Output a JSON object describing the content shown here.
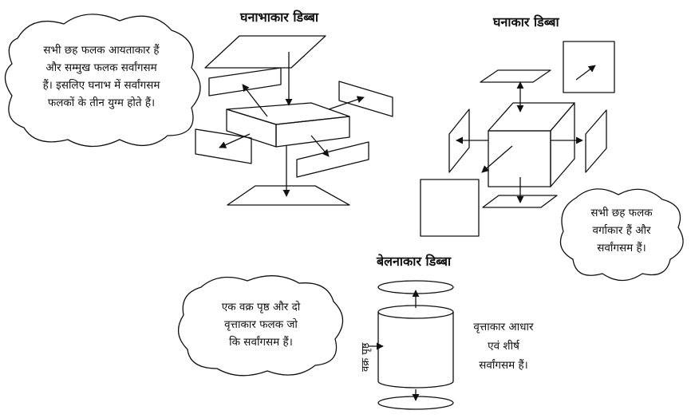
{
  "titles": {
    "cuboid": "घनाभाकार डिब्बा",
    "cube": "घनाकार डिब्बा",
    "cylinder": "बेलनाकार डिब्बा"
  },
  "bubbles": {
    "cuboid": "सभी छह फलक आयताकार हैं\nऔर सम्मुख फलक सर्वांगसम\nहैं। इसलिए घनाभ में सर्वांगसम\nफलकों के तीन युग्म होते हैं।",
    "cube": "सभी छह फलक\nवर्गाकार हैं और\nसर्वांगसम हैं।",
    "cylinder": "एक वक्र पृष्ठ और दो\nवृत्ताकार फलक जो\nकि सर्वांगसम हैं।"
  },
  "cylinder_labels": {
    "curved_surface": "वक्र पृष्ठ",
    "bases": "वृत्ताकार आधार\nएवं शीर्ष\nसर्वांगसम हैं।"
  }
}
